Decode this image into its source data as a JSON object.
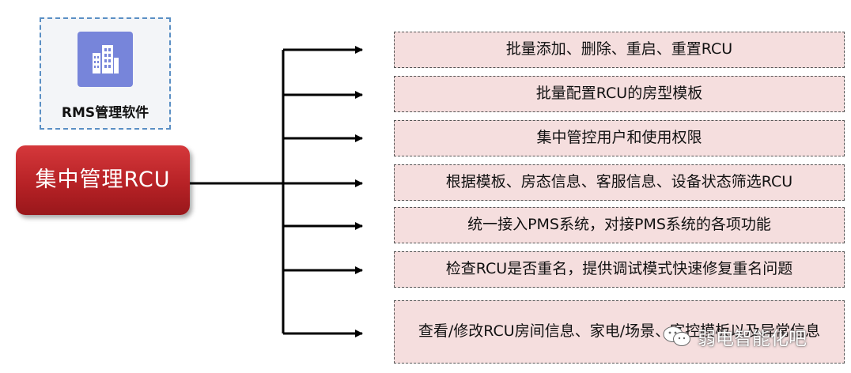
{
  "logo": {
    "label": "RMS管理软件",
    "icon": "building-icon",
    "color": "#7785da"
  },
  "central_node": {
    "label": "集中管理RCU",
    "color": "#c0282c"
  },
  "items": [
    {
      "label": "批量添加、删除、重启、重置RCU"
    },
    {
      "label": "批量配置RCU的房型模板"
    },
    {
      "label": "集中管控用户和使用权限"
    },
    {
      "label": "根据模板、房态信息、客服信息、设备状态筛选RCU"
    },
    {
      "label": "统一接入PMS系统，对接PMS系统的各项功能"
    },
    {
      "label": "检查RCU是否重名，提供调试模式快速修复重名问题"
    },
    {
      "label": "查看/修改RCU房间信息、家电/场景、客控模板以及异常信息"
    }
  ],
  "watermark": {
    "text": "弱电智能化吧",
    "icon": "wechat-icon"
  },
  "colors": {
    "item_fill": "#f5dede",
    "connector": "#000000"
  }
}
